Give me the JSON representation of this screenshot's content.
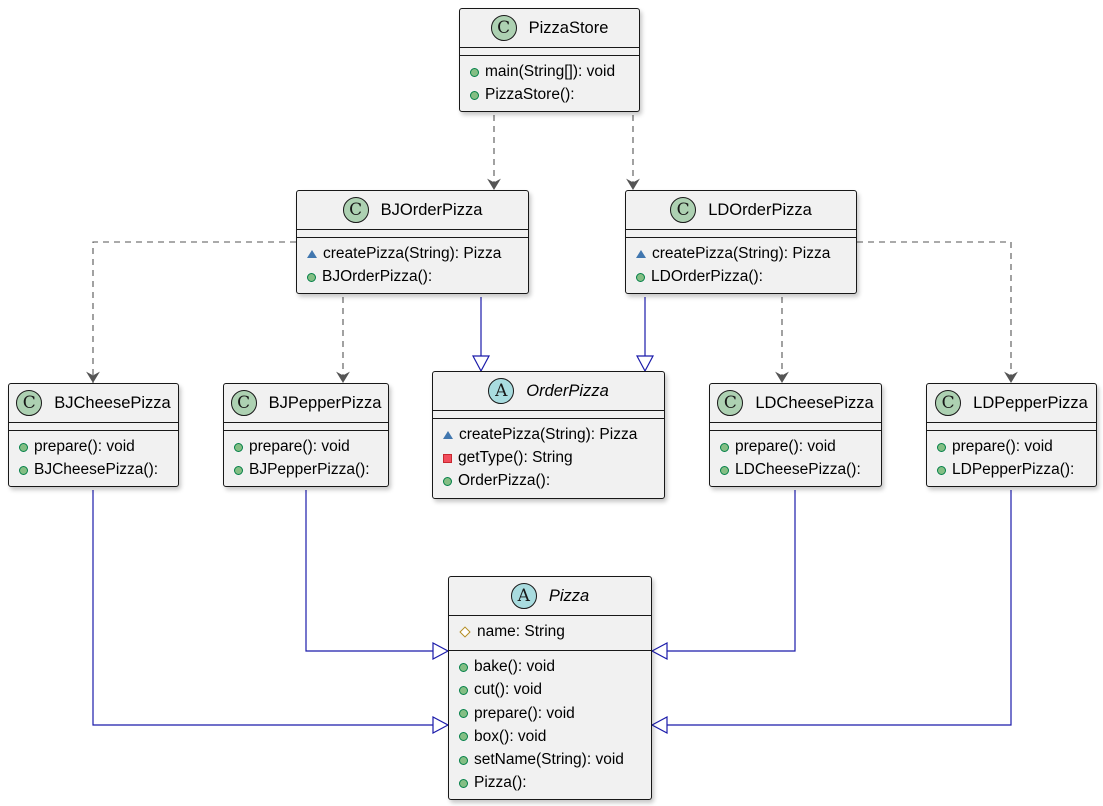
{
  "classes": {
    "pizzastore": {
      "kind": "C",
      "name": "PizzaStore",
      "abstract": false,
      "fields": [],
      "methods": [
        {
          "vis": "public",
          "text": "main(String[]): void"
        },
        {
          "vis": "public",
          "text": "PizzaStore():"
        }
      ]
    },
    "bjorderpizza": {
      "kind": "C",
      "name": "BJOrderPizza",
      "abstract": false,
      "fields": [],
      "methods": [
        {
          "vis": "package",
          "text": "createPizza(String): Pizza"
        },
        {
          "vis": "public",
          "text": "BJOrderPizza():"
        }
      ]
    },
    "ldorderpizza": {
      "kind": "C",
      "name": "LDOrderPizza",
      "abstract": false,
      "fields": [],
      "methods": [
        {
          "vis": "package",
          "text": "createPizza(String): Pizza"
        },
        {
          "vis": "public",
          "text": "LDOrderPizza():"
        }
      ]
    },
    "bjcheesepizza": {
      "kind": "C",
      "name": "BJCheesePizza",
      "abstract": false,
      "fields": [],
      "methods": [
        {
          "vis": "public",
          "text": "prepare(): void"
        },
        {
          "vis": "public",
          "text": "BJCheesePizza():"
        }
      ]
    },
    "bjpepperpizza": {
      "kind": "C",
      "name": "BJPepperPizza",
      "abstract": false,
      "fields": [],
      "methods": [
        {
          "vis": "public",
          "text": "prepare(): void"
        },
        {
          "vis": "public",
          "text": "BJPepperPizza():"
        }
      ]
    },
    "orderpizza": {
      "kind": "A",
      "name": "OrderPizza",
      "abstract": true,
      "fields": [],
      "methods": [
        {
          "vis": "package",
          "text": "createPizza(String): Pizza"
        },
        {
          "vis": "private",
          "text": "getType(): String"
        },
        {
          "vis": "public",
          "text": "OrderPizza():"
        }
      ]
    },
    "ldcheesepizza": {
      "kind": "C",
      "name": "LDCheesePizza",
      "abstract": false,
      "fields": [],
      "methods": [
        {
          "vis": "public",
          "text": "prepare(): void"
        },
        {
          "vis": "public",
          "text": "LDCheesePizza():"
        }
      ]
    },
    "ldpepperpizza": {
      "kind": "C",
      "name": "LDPepperPizza",
      "abstract": false,
      "fields": [],
      "methods": [
        {
          "vis": "public",
          "text": "prepare(): void"
        },
        {
          "vis": "public",
          "text": "LDPepperPizza():"
        }
      ]
    },
    "pizza": {
      "kind": "A",
      "name": "Pizza",
      "abstract": true,
      "fields": [
        {
          "vis": "protected",
          "text": "name: String"
        }
      ],
      "methods": [
        {
          "vis": "public",
          "text": "bake(): void"
        },
        {
          "vis": "public",
          "text": "cut(): void"
        },
        {
          "vis": "public",
          "text": "prepare(): void"
        },
        {
          "vis": "public",
          "text": "box(): void"
        },
        {
          "vis": "public",
          "text": "setName(String): void"
        },
        {
          "vis": "public",
          "text": "Pizza():"
        }
      ]
    }
  },
  "relations": [
    {
      "type": "dependency",
      "from": "pizzastore",
      "to": "bjorderpizza"
    },
    {
      "type": "dependency",
      "from": "pizzastore",
      "to": "ldorderpizza"
    },
    {
      "type": "dependency",
      "from": "bjorderpizza",
      "to": "bjcheesepizza"
    },
    {
      "type": "dependency",
      "from": "bjorderpizza",
      "to": "bjpepperpizza"
    },
    {
      "type": "dependency",
      "from": "ldorderpizza",
      "to": "ldcheesepizza"
    },
    {
      "type": "dependency",
      "from": "ldorderpizza",
      "to": "ldpepperpizza"
    },
    {
      "type": "generalization",
      "from": "bjorderpizza",
      "to": "orderpizza"
    },
    {
      "type": "generalization",
      "from": "ldorderpizza",
      "to": "orderpizza"
    },
    {
      "type": "generalization",
      "from": "bjcheesepizza",
      "to": "pizza"
    },
    {
      "type": "generalization",
      "from": "bjpepperpizza",
      "to": "pizza"
    },
    {
      "type": "generalization",
      "from": "ldcheesepizza",
      "to": "pizza"
    },
    {
      "type": "generalization",
      "from": "ldpepperpizza",
      "to": "pizza"
    }
  ],
  "colors": {
    "class_badge": "#add1b2",
    "abstract_badge": "#a9dcdf",
    "box_fill": "#f1f1f1",
    "dependency_line": "#555555",
    "generalization_line": "#1b1baa"
  }
}
